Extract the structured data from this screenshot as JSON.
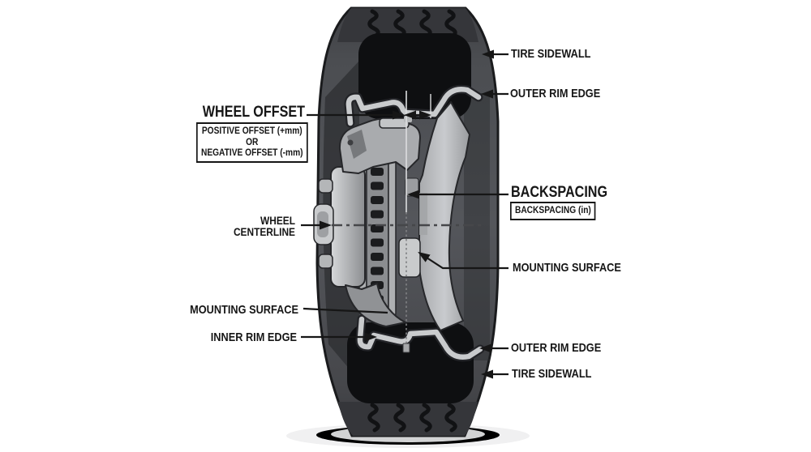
{
  "page": {
    "type": "technical-diagram",
    "subject": "Tire and wheel cross-section showing wheel offset and backspacing",
    "background": "#ffffff"
  },
  "annotations": {
    "tire_sidewall_top": "TIRE SIDEWALL",
    "outer_rim_edge_top": "OUTER RIM EDGE",
    "wheel_offset": {
      "heading": "WHEEL OFFSET",
      "box_line1": "POSITIVE OFFSET (+mm)",
      "box_line2": "OR",
      "box_line3": "NEGATIVE OFFSET (-mm)"
    },
    "backspacing": {
      "heading": "BACKSPACING",
      "box": "BACKSPACING (in)"
    },
    "wheel_centerline": {
      "line1": "WHEEL",
      "line2": "CENTERLINE"
    },
    "mounting_surface_right": "MOUNTING SURFACE",
    "mounting_surface_left": "MOUNTING SURFACE",
    "inner_rim_edge": "INNER RIM EDGE",
    "outer_rim_edge_bottom": "OUTER RIM EDGE",
    "tire_sidewall_bottom": "TIRE SIDEWALL"
  },
  "colors": {
    "label_text": "#161616",
    "leader_line": "#161616",
    "tire_body": "#4b4d51",
    "tire_tread": "#35363a",
    "tire_cavity": "#0e0f11",
    "rim_metal": "#c9cbcd",
    "hub_metal": "#aeb0b2",
    "shadow": "#d9dadb",
    "background": "#ffffff"
  }
}
